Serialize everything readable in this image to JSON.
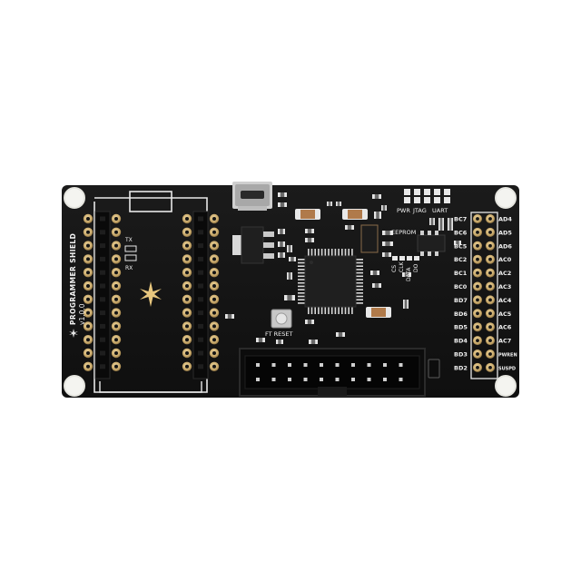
{
  "board": {
    "name": "PROGRAMMER SHIELD",
    "version": "v1.0.0",
    "button_label": "FT RESET",
    "leds": {
      "tx": "TX",
      "rx": "RX"
    },
    "indicator_labels": [
      "PWR",
      "JTAG",
      "UART"
    ],
    "eeprom": {
      "title": "EEPROM",
      "pins": [
        "CS",
        "CLK",
        "DATA",
        "DO"
      ]
    },
    "left_header_labels": [
      "BC7",
      "BC6",
      "BC5",
      "BC2",
      "BC1",
      "BC0",
      "BD7",
      "BD6",
      "BD5",
      "BD4",
      "BD3",
      "BD2"
    ],
    "right_header_labels": [
      "AD4",
      "AD5",
      "AD6",
      "AC0",
      "AC2",
      "AC3",
      "AC4",
      "AC5",
      "AC6",
      "AC7",
      "PWREN",
      "SUSPD"
    ]
  },
  "colors": {
    "background": "#ffffff",
    "pcb": "#141414",
    "silkscreen": "#f2f2f2",
    "gold_pad": "#c9a96a",
    "header_plastic": "#0d0d0d",
    "chip": "#1e1e1e",
    "smd_tan": "#b07a4a"
  },
  "icons": {
    "logo": "sparkle-star-icon",
    "mounting_hole": "mounting-hole-icon"
  }
}
